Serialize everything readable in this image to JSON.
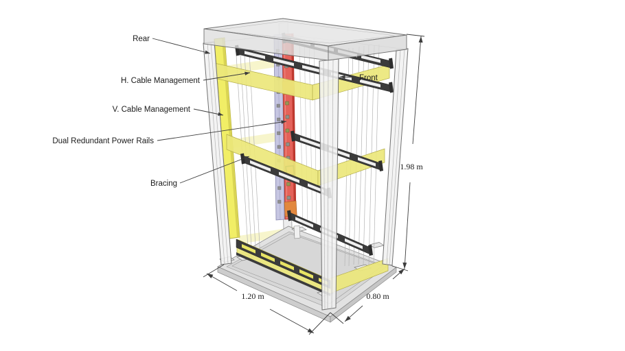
{
  "diagram": {
    "kind": "3d-rack-annotated-drawing",
    "labels": {
      "rear": "Rear",
      "h_cable_management": "H. Cable Management",
      "v_cable_management": "V. Cable Management",
      "dual_redundant_power_rails": "Dual Redundant Power Rails",
      "bracing": "Bracing",
      "front": "Front"
    },
    "dimensions": {
      "height": "1.98 m",
      "depth": "1.20 m",
      "width": "0.80 m"
    },
    "colors": {
      "background": "#ffffff",
      "frame_fill": "#ededed",
      "frame_outline": "#6f6f6f",
      "cable_management_yellow": "#ebe77b",
      "vertical_rail_yellow": "#f1ee66",
      "power_rail_red": "#e4625a",
      "power_rail_lavender": "#c6c6e2",
      "power_rail_orange": "#e2883f",
      "bracing_dark": "#3b3b3b",
      "annotation": "#3c3c3c"
    }
  }
}
